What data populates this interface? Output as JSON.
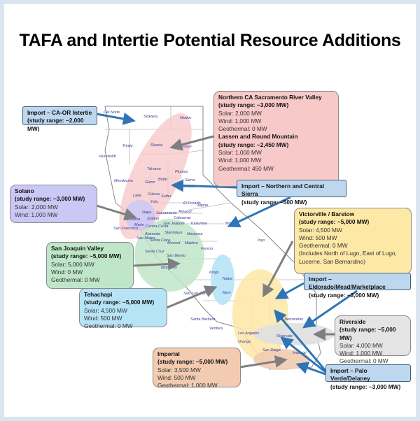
{
  "title": "TAFA and Intertie Potential Resource Additions",
  "colors": {
    "pink": "#f8c9c9",
    "lavender": "#cbc8f5",
    "green": "#bfe6c8",
    "blue": "#b6e3f6",
    "yellow": "#fde8a6",
    "gray": "#e4e4e4",
    "orange": "#f2cbb0",
    "import": "#bdd7ee",
    "arrow_blue": "#2e75b6",
    "arrow_gray": "#7f7f7f"
  },
  "boxes": {
    "ca_or": {
      "title": "Import – CA-OR Intertie",
      "range": "(study range: ~2,000 MW)"
    },
    "northern": {
      "title": "Northern CA Sacramento River Valley",
      "range": "(study range: ~3,000 MW)",
      "solar": "Solar: 2,000 MW",
      "wind": "Wind: 1,000 MW",
      "geo": "Geothermal: 0 MW",
      "title2": "Lassen and Round Mountain",
      "range2": "(study range: ~2,450 MW)",
      "solar2": "Solar: 1,000 MW",
      "wind2": "Wind: 1,000 MW",
      "geo2": "Geothermal: 450 MW"
    },
    "sierra": {
      "title": "Import – Northern and Central Sierra",
      "range": "(study range: ~500 MW)"
    },
    "solano": {
      "title": "Solano",
      "range": "(study range: ~3,000 MW)",
      "solar": "Solar: 2,000 MW",
      "wind": "Wind: 1,000 MW"
    },
    "victorville": {
      "title": "Victorville / Barstow",
      "range": "(study range: ~5,000 MW)",
      "solar": "Solar: 4,500 MW",
      "wind": "Wind: 500 MW",
      "geo": "Geothermal: 0 MW",
      "note": "(Includes North of Lugo, East of Lugo, Lucerne, San Bernardino)"
    },
    "sanjoaquin": {
      "title": "San Joaquin Valley",
      "range": "(study range: ~5,000 MW)",
      "solar": "Solar: 5,000 MW",
      "wind": "Wind: 0 MW",
      "geo": "Geothermal: 0 MW"
    },
    "eldorado": {
      "title": "Import – Eldorado/Mead/Marketplace",
      "range": "(study range: ~3,000 MW)"
    },
    "tehachapi": {
      "title": "Tehachapi",
      "range": "(study range: ~5,000 MW)",
      "solar": "Solar: 4,500 MW",
      "wind": "Wind: 500 MW",
      "geo": "Geothermal: 0 MW"
    },
    "riverside": {
      "title": "Riverside",
      "range": "(study range: ~5,000 MW)",
      "solar": "Solar: 4,000 MW",
      "wind": "Wind: 1,000 MW",
      "geo": "Geothermal: 0 MW"
    },
    "imperial": {
      "title": "Imperial",
      "range": "(study range: ~5,000 MW)",
      "solar": "Solar: 3,500 MW",
      "wind": "Wind: 500 MW",
      "geo": "Geothermal: 1,000 MW"
    },
    "paloverde": {
      "title": "Import – Palo Verde/Delaney",
      "range": "(study range: ~3,000 MW)"
    }
  },
  "counties": [
    "Del Norte",
    "Siskiyou",
    "Modoc",
    "Shasta",
    "Lassen",
    "Trinity",
    "Humboldt",
    "Tehama",
    "Plumas",
    "Mendocino",
    "Glenn",
    "Butte",
    "Sierra",
    "Nevada",
    "Colusa",
    "Lake",
    "Sutter",
    "Yolo",
    "El Dorado",
    "Alpine",
    "Sonoma",
    "Napa",
    "Sacramento",
    "Amador",
    "Solano",
    "Calaveras",
    "Marin",
    "Contra Costa",
    "San Joaquin",
    "Tuolumne",
    "Mono",
    "San Francisco",
    "Alameda",
    "Stanislaus",
    "Mariposa",
    "San Mateo",
    "Santa Clara",
    "Merced",
    "Madera",
    "Santa Cruz",
    "San Benito",
    "Fresno",
    "Inyo",
    "Monterey",
    "Tulare",
    "Kings",
    "San Luis Obispo",
    "Kern",
    "San Bernardino",
    "Santa Barbara",
    "Ventura",
    "Los Angeles",
    "Orange",
    "Riverside",
    "San Diego",
    "Imperial"
  ]
}
